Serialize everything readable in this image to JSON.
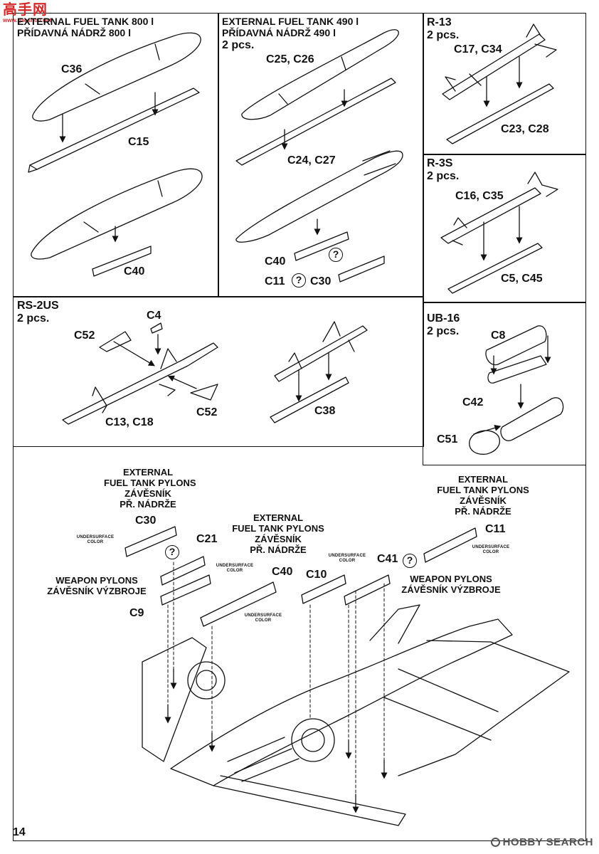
{
  "brand": {
    "cn": "高手网",
    "url": "www.gaoshou.net"
  },
  "page_number": "14",
  "watermark": "HOBBY SEARCH",
  "panels": {
    "tank800": {
      "title_en": "EXTERNAL FUEL TANK 800 l",
      "title_cz": "PŘÍDAVNÁ NÁDRŽ 800 l",
      "parts": [
        "C36",
        "C15",
        "C40"
      ]
    },
    "tank490": {
      "title_en": "EXTERNAL FUEL TANK 490 l",
      "title_cz": "PŘÍDAVNÁ NÁDRŽ 490 l",
      "qty": "2 pcs.",
      "parts": [
        "C25, C26",
        "C24, C27",
        "C40",
        "C11",
        "C30"
      ]
    },
    "r13": {
      "title": "R-13",
      "qty": "2 pcs.",
      "parts": [
        "C17, C34",
        "C23, C28"
      ]
    },
    "r3s": {
      "title": "R-3S",
      "qty": "2 pcs.",
      "parts": [
        "C16, C35",
        "C5, C45"
      ]
    },
    "rs2us": {
      "title": "RS-2US",
      "qty": "2 pcs.",
      "parts": [
        "C4",
        "C52",
        "C52",
        "C13, C18",
        "C38"
      ]
    },
    "ub16": {
      "title": "UB-16",
      "qty": "2 pcs.",
      "parts": [
        "C8",
        "C42",
        "C51"
      ]
    }
  },
  "assembly": {
    "left_tank_pylons": [
      "EXTERNAL",
      "FUEL TANK PYLONS",
      "ZÁVĚSNÍK",
      "PŘ. NÁDRŽE"
    ],
    "center_tank_pylons": [
      "EXTERNAL",
      "FUEL TANK PYLONS",
      "ZÁVĚSNÍK",
      "PŘ. NÁDRŽE"
    ],
    "right_tank_pylons": [
      "EXTERNAL",
      "FUEL TANK PYLONS",
      "ZÁVĚSNÍK",
      "PŘ. NÁDRŽE"
    ],
    "weapon_pylons_left": [
      "WEAPON PYLONS",
      "ZÁVĚSNÍK VÝZBROJE"
    ],
    "weapon_pylons_right": [
      "WEAPON PYLONS",
      "ZÁVĚSNÍK VÝZBROJE"
    ],
    "parts": {
      "c30": "C30",
      "c21": "C21",
      "c9": "C9",
      "c40": "C40",
      "c10": "C10",
      "c41": "C41",
      "c11": "C11"
    },
    "color_note": [
      "UNDERSURFACE",
      "COLOR"
    ],
    "unknown_mark": "?"
  }
}
